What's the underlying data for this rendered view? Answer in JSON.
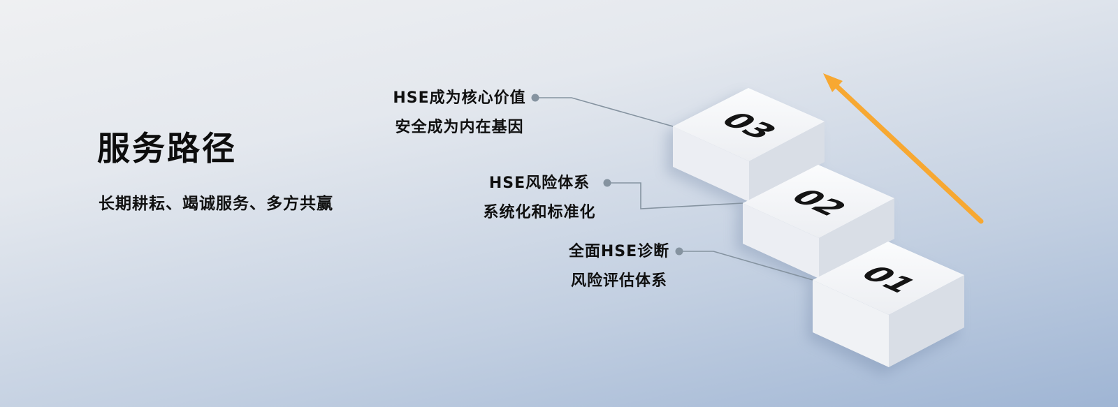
{
  "page": {
    "title": "服务路径",
    "subtitle": "长期耕耘、竭诚服务、多方共赢"
  },
  "steps": [
    {
      "number": "03",
      "label_line1": "HSE成为核心价值",
      "label_line2": "安全成为内在基因"
    },
    {
      "number": "02",
      "label_line1": "HSE风险体系",
      "label_line2": "系统化和标准化"
    },
    {
      "number": "01",
      "label_line1": "全面HSE诊断",
      "label_line2": "风险评估体系"
    }
  ],
  "colors": {
    "background_top": "#EFF0F2",
    "background_bottom": "#9FB5D4",
    "step_top_face": "#F7F8FA",
    "step_side_light": "#ECEEF3",
    "step_side_dark": "#D9DEE6",
    "connector": "#8593A0",
    "arrow": "#F7A832",
    "text": "#101010"
  },
  "decorations": {
    "arrow_direction": "up-right"
  }
}
